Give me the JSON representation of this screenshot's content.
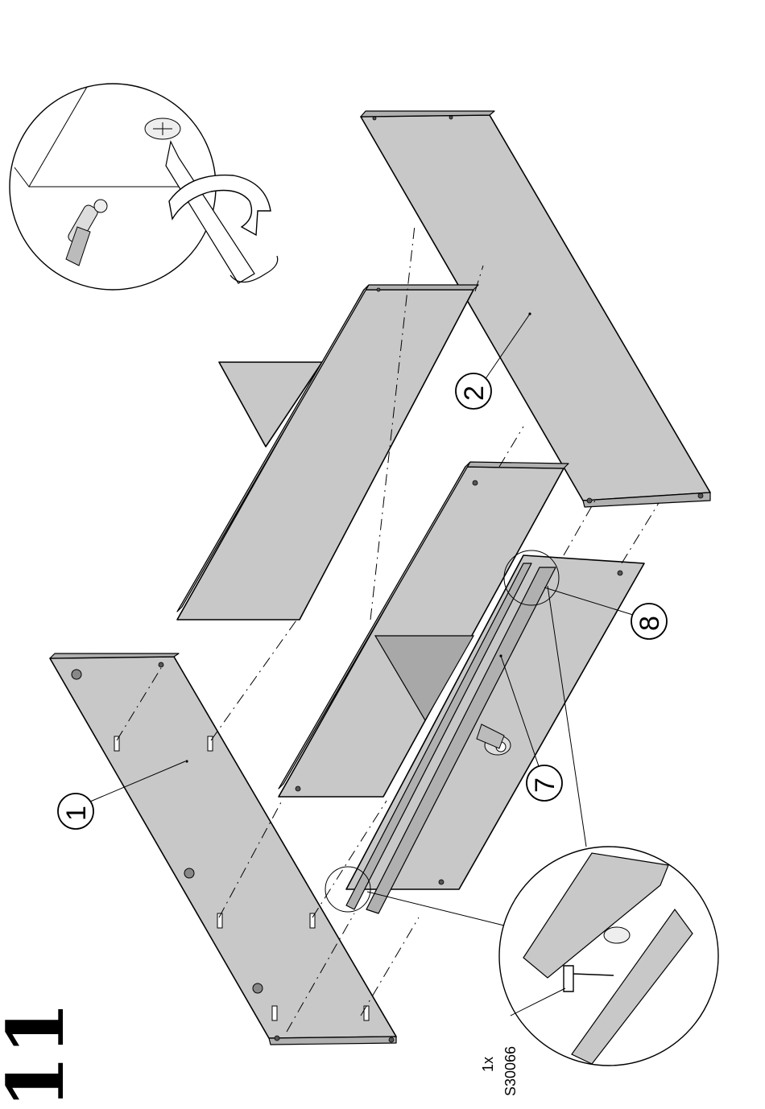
{
  "step": {
    "number": "11"
  },
  "parts": {
    "part_1": "1",
    "part_2": "2",
    "part_7": "7",
    "part_8": "8"
  },
  "hardware": {
    "quantity": "1x",
    "code": "S30066"
  }
}
